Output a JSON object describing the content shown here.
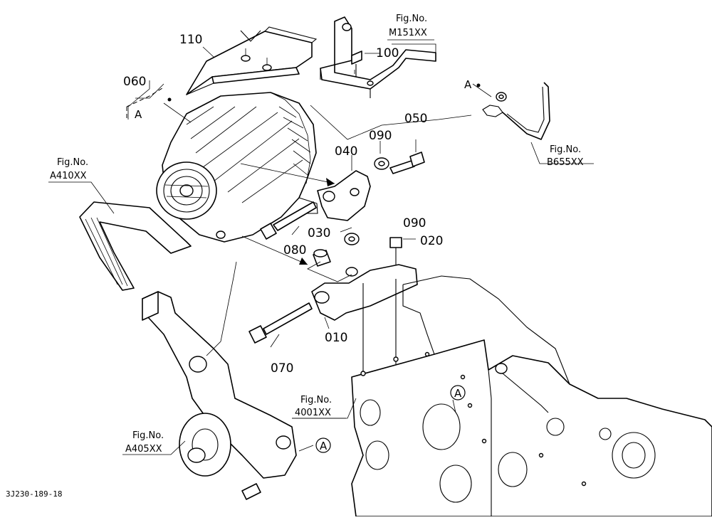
{
  "figure_code": "3J230-189-18",
  "fig_prefix": "Fig.No.",
  "parts": {
    "p110": "110",
    "p100": "100",
    "p060": "060",
    "p050": "050",
    "p090a": "090",
    "p040": "040",
    "p090b": "090",
    "p030": "030",
    "p020": "020",
    "p080": "080",
    "p010": "010",
    "p070": "070"
  },
  "figrefs": {
    "m151": "M151XX",
    "b655": "B655XX",
    "a410": "A410XX",
    "n4001": "4001XX",
    "a405": "A405XX"
  },
  "refs": {
    "a_dashed": "A",
    "a_wire": "A",
    "a_block": "A",
    "a_pump": "A"
  }
}
